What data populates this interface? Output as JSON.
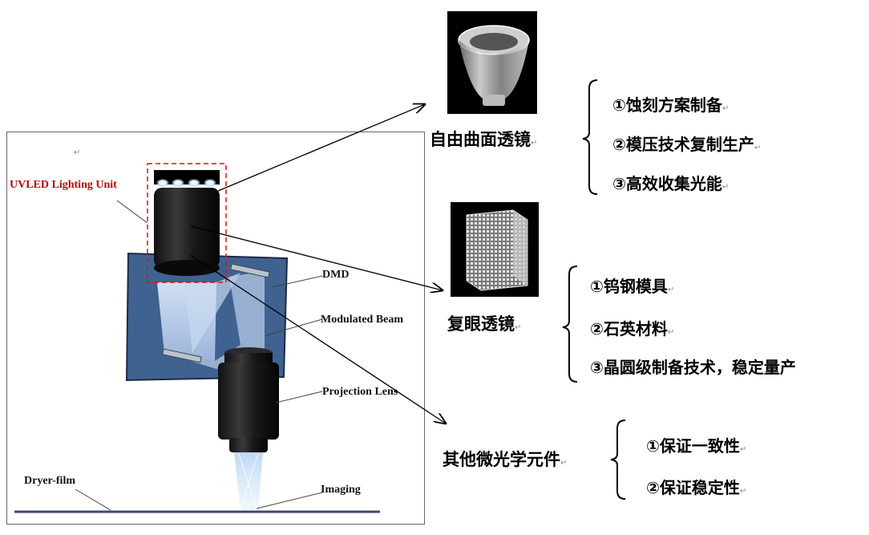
{
  "diagram": {
    "labels": {
      "uvled": "UVLED Lighting Unit",
      "dmd": "DMD",
      "modulated_beam": "Modulated Beam",
      "projection_lens": "Projection Lens",
      "dryer_film": "Dryer-film",
      "imaging": "Imaging"
    },
    "para_mark": "↵"
  },
  "branches": [
    {
      "title": "自由曲面透镜",
      "image": "freeform-lens-photo",
      "items": [
        "①蚀刻方案制备",
        "②模压技术复制生产",
        "③高效收集光能"
      ]
    },
    {
      "title": "复眼透镜",
      "image": "fly-eye-lens-photo",
      "items": [
        "①钨钢模具",
        "②石英材料",
        "③晶圆级制备技术，稳定量产"
      ]
    },
    {
      "title": "其他微光学元件",
      "items": [
        "①保证一致性",
        "②保证稳定性"
      ]
    }
  ],
  "colors": {
    "housing_blue": "#3f6290",
    "uvled_red": "#c00000",
    "film_line": "#3a4a72"
  }
}
